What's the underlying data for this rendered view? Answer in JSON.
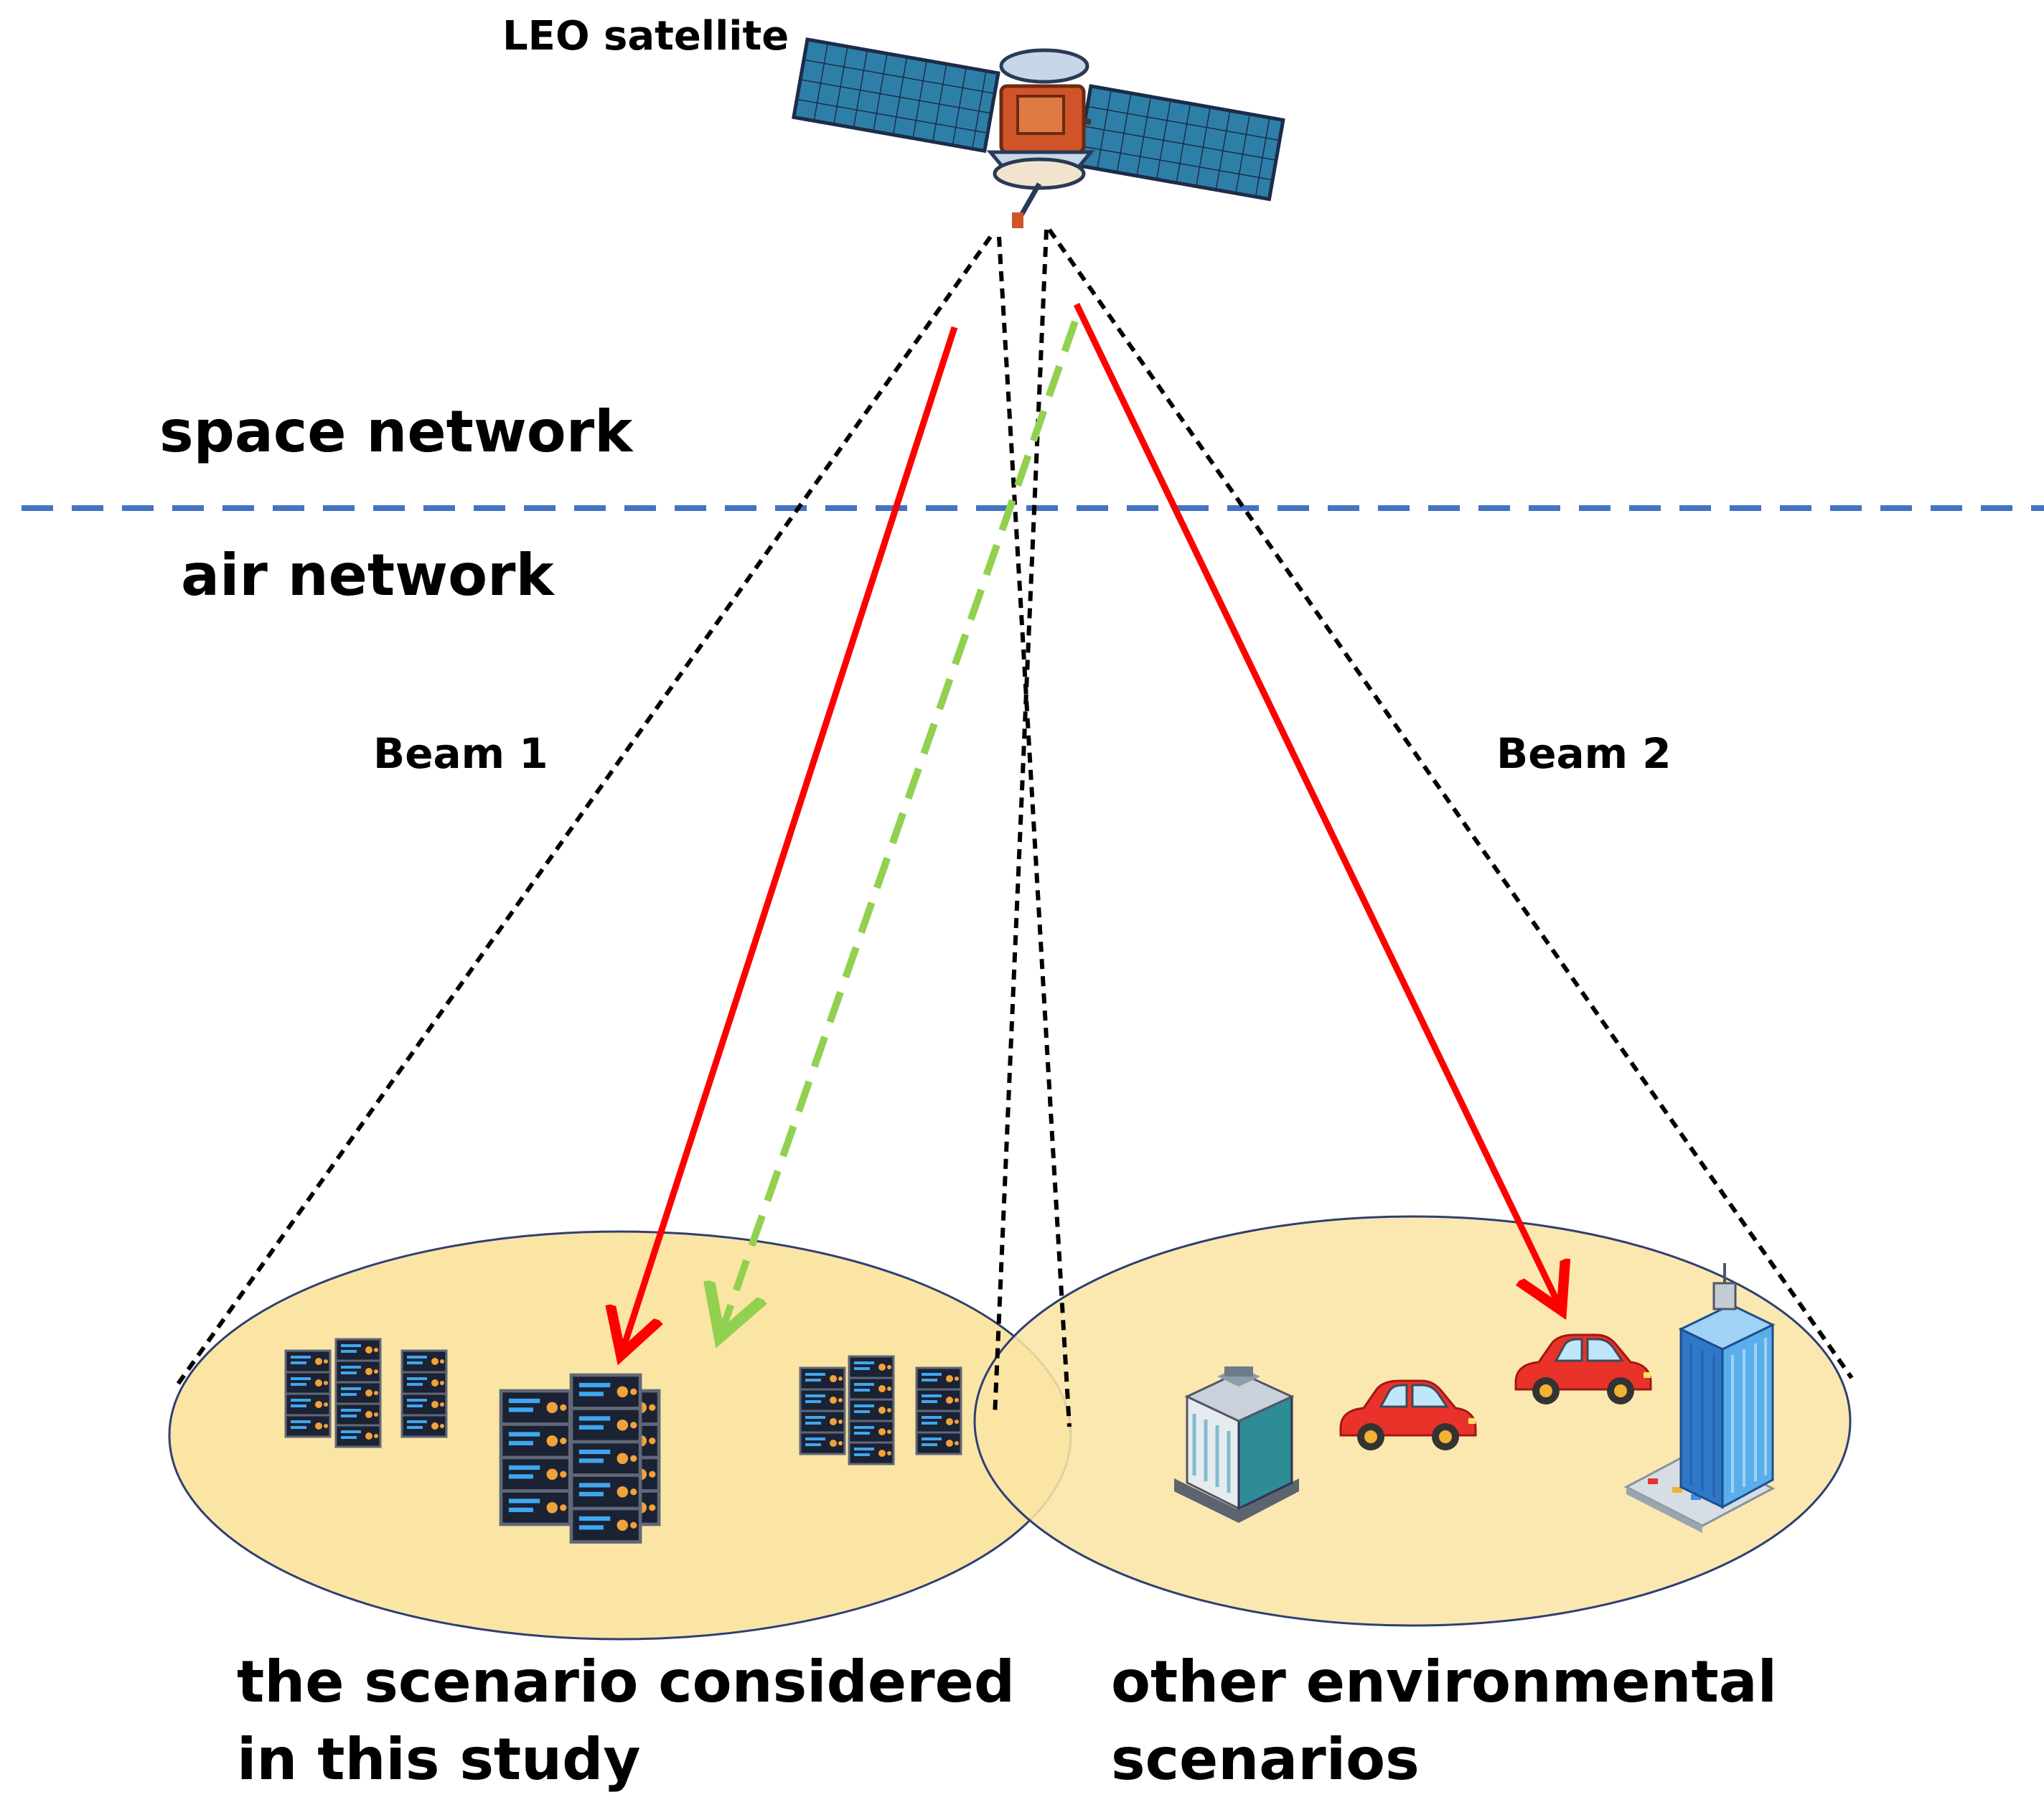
{
  "labels": {
    "satellite": "LEO satellite",
    "space_network": "space network",
    "air_network": "air network",
    "beam1": "Beam 1",
    "beam2": "Beam 2"
  },
  "captions": {
    "left": [
      "the scenario considered",
      "in this study"
    ],
    "right": [
      "other environmental",
      "scenarios"
    ]
  },
  "colors": {
    "divider": "#4472C4",
    "beam_outline": "#000000",
    "link_solid": "#FF0000",
    "link_dashed": "#92D050",
    "coverage_fill": "#FBE5A5",
    "coverage_stroke": "#2F3F73",
    "panel": "#2E7FA8",
    "satellite_body": "#D0542A",
    "car": "#E8322A",
    "building": "#3E8FE0"
  },
  "icons": {
    "satellite": "satellite-icon",
    "server_rack": "server-rack-icon",
    "car": "car-icon",
    "building": "office-building-icon",
    "skyscraper": "skyscraper-icon"
  }
}
